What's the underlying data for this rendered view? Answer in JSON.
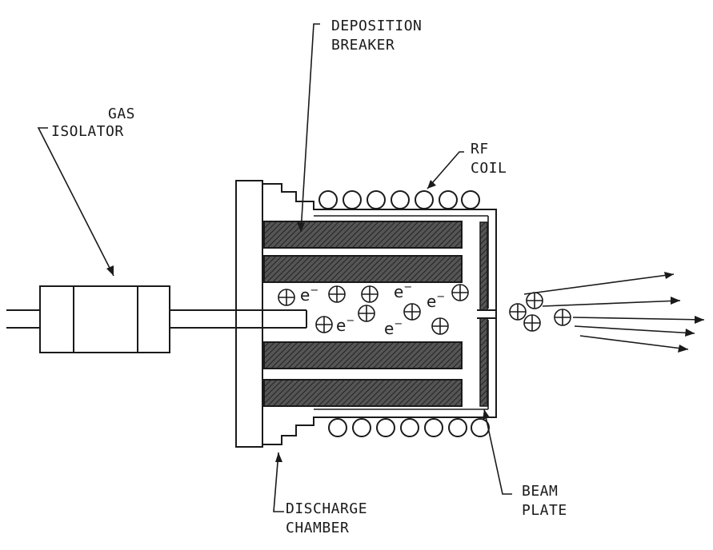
{
  "labels": {
    "deposition_breaker": [
      "DEPOSITION",
      "BREAKER"
    ],
    "gas_isolator": [
      "GAS",
      "ISOLATOR"
    ],
    "rf_coil": [
      "RF",
      "COIL"
    ],
    "discharge_chamber": [
      "DISCHARGE",
      "CHAMBER"
    ],
    "beam_plate": [
      "BEAM",
      "PLATE"
    ]
  },
  "particles": {
    "electron_symbol": "e",
    "electron_charge": "−"
  },
  "colors": {
    "line": "#1a1a1a",
    "breaker_fill": "#4a4a4a",
    "background": "#ffffff"
  }
}
